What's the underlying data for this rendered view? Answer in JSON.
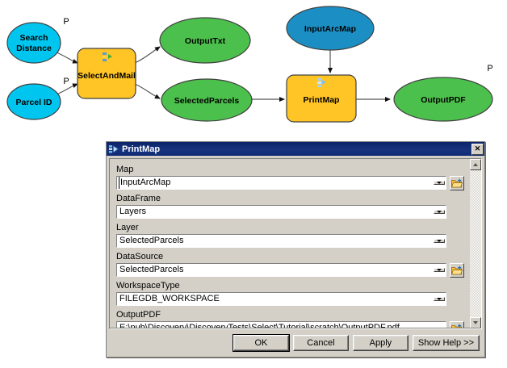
{
  "diagram": {
    "name": "model-builder-diagram",
    "colors": {
      "parameter_fill": "#00c6ef",
      "input_fill": "#1b8fc4",
      "output_fill": "#4cc04c",
      "tool_fill": "#ffc425",
      "node_stroke": "#404040",
      "connector": "#555555"
    },
    "nodes": [
      {
        "id": "search-distance",
        "label": "Search\nDistance",
        "line1": "Search",
        "line2": "Distance",
        "shape": "ellipse",
        "type": "parameter",
        "parameter_badge": "P"
      },
      {
        "id": "parcel-id",
        "label": "Parcel ID",
        "line1": "Parcel ID",
        "line2": "",
        "shape": "ellipse",
        "type": "parameter",
        "parameter_badge": "P"
      },
      {
        "id": "select-and-mail",
        "label": "SelectAndMail",
        "shape": "rounded-rect",
        "type": "script-tool"
      },
      {
        "id": "output-txt",
        "label": "OutputTxt",
        "shape": "ellipse",
        "type": "output"
      },
      {
        "id": "selected-parcels",
        "label": "SelectedParcels",
        "shape": "ellipse",
        "type": "output"
      },
      {
        "id": "input-arcmap",
        "label": "InputArcMap",
        "shape": "ellipse",
        "type": "input"
      },
      {
        "id": "print-map",
        "label": "PrintMap",
        "shape": "rounded-rect",
        "type": "script-tool"
      },
      {
        "id": "output-pdf",
        "label": "OutputPDF",
        "shape": "ellipse",
        "type": "output",
        "parameter_badge": "P"
      }
    ],
    "connections": [
      {
        "from": "search-distance",
        "to": "select-and-mail"
      },
      {
        "from": "parcel-id",
        "to": "select-and-mail"
      },
      {
        "from": "select-and-mail",
        "to": "output-txt"
      },
      {
        "from": "select-and-mail",
        "to": "selected-parcels"
      },
      {
        "from": "input-arcmap",
        "to": "print-map"
      },
      {
        "from": "selected-parcels",
        "to": "print-map"
      },
      {
        "from": "print-map",
        "to": "output-pdf"
      }
    ]
  },
  "dialog": {
    "title": "PrintMap",
    "close_label": "✕",
    "fields": [
      {
        "label": "Map",
        "value": "InputArcMap",
        "control": "combo",
        "has_browse": true
      },
      {
        "label": "DataFrame",
        "value": "Layers",
        "control": "combo",
        "has_browse": false
      },
      {
        "label": "Layer",
        "value": "SelectedParcels",
        "control": "combo",
        "has_browse": false
      },
      {
        "label": "DataSource",
        "value": "SelectedParcels",
        "control": "combo",
        "has_browse": true
      },
      {
        "label": "WorkspaceType",
        "value": "FILEGDB_WORKSPACE",
        "control": "combo",
        "has_browse": false
      },
      {
        "label": "OutputPDF",
        "value": "E:\\pub\\Discovery\\DiscoveryTests\\Select\\Tutorial\\scratch\\OutputPDF.pdf",
        "control": "textbox",
        "has_browse": true
      }
    ],
    "buttons": [
      {
        "label": "OK",
        "default": true
      },
      {
        "label": "Cancel",
        "default": false
      },
      {
        "label": "Apply",
        "default": false
      },
      {
        "label": "Show Help >>",
        "default": false
      }
    ]
  }
}
